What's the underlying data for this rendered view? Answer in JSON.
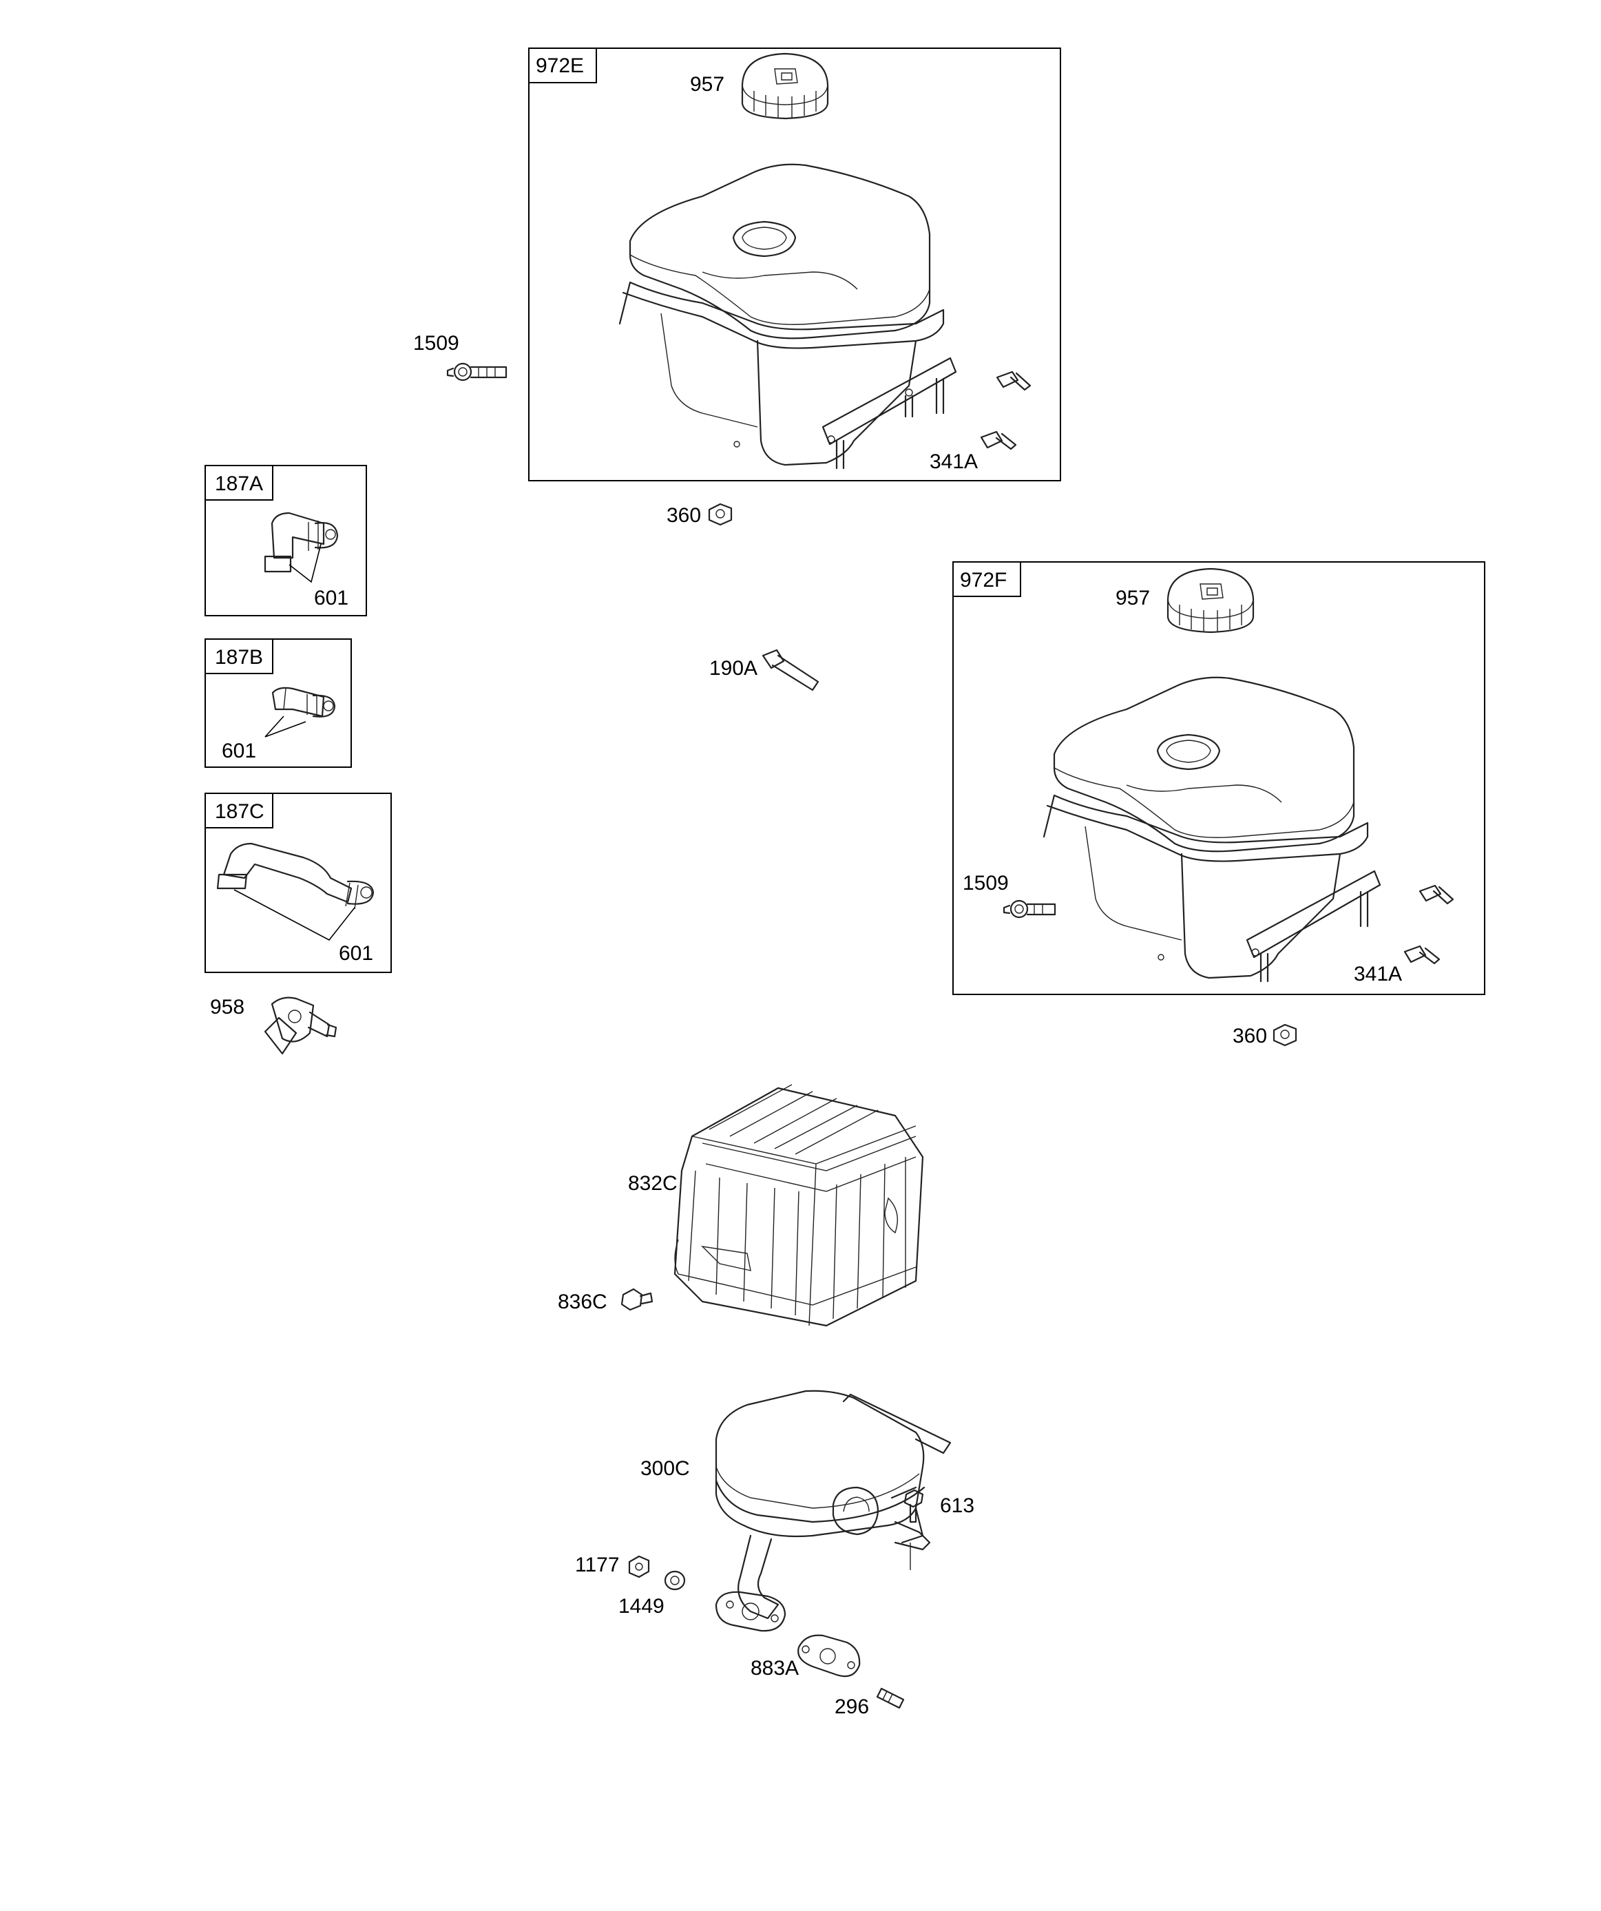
{
  "groups": {
    "g972E": "972E",
    "g972F": "972F",
    "g187A": "187A",
    "g187B": "187B",
    "g187C": "187C"
  },
  "parts": {
    "p957_top": "957",
    "p1509_top": "1509",
    "p341A_top": "341A",
    "p360_top": "360",
    "p601_a": "601",
    "p601_b": "601",
    "p601_c": "601",
    "p190A": "190A",
    "p957_right": "957",
    "p1509_right": "1509",
    "p341A_right": "341A",
    "p360_right": "360",
    "p958": "958",
    "p832C": "832C",
    "p836C": "836C",
    "p300C": "300C",
    "p613": "613",
    "p1177": "1177",
    "p1449": "1449",
    "p883A": "883A",
    "p296": "296"
  }
}
